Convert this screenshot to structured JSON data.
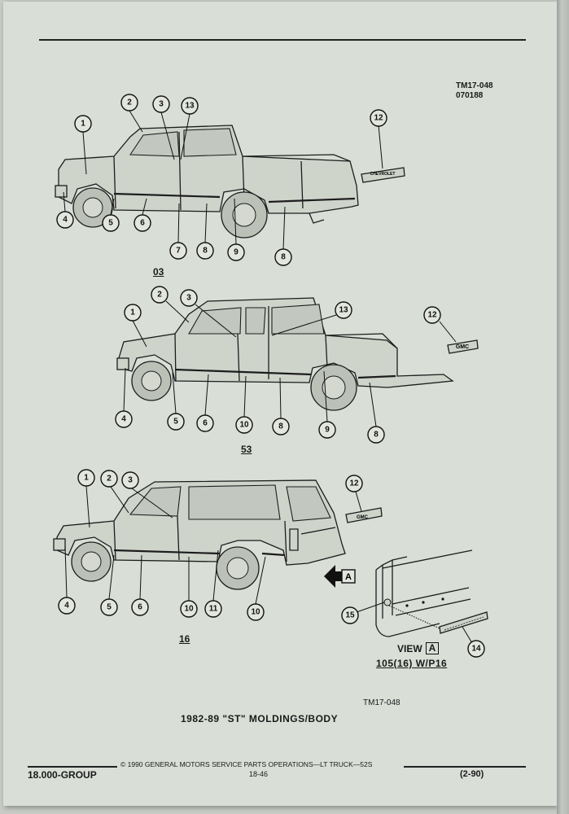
{
  "header": {
    "drawing_id": "TM17-048",
    "drawing_date": "070188"
  },
  "views": [
    {
      "label": "03"
    },
    {
      "label": "53"
    },
    {
      "label": "16"
    }
  ],
  "detail": {
    "view_label": "VIEW",
    "view_letter": "A",
    "application": "105(16) W/P16"
  },
  "badges": {
    "chevrolet": "CHEVROLET",
    "gmc": "GMC"
  },
  "figure_ref": "TM17-048",
  "caption": "1982-89 \"ST\" MOLDINGS/BODY",
  "footer": {
    "group": "18.000-GROUP",
    "copyright": "© 1990 GENERAL MOTORS SERVICE PARTS OPERATIONS—LT TRUCK—52S",
    "page_number": "18-46",
    "revision": "(2-90)"
  },
  "callouts": {
    "truck_03": [
      "1",
      "2",
      "3",
      "13",
      "12",
      "4",
      "5",
      "6",
      "7",
      "8",
      "9",
      "8"
    ],
    "truck_53": [
      "1",
      "2",
      "3",
      "13",
      "12",
      "4",
      "5",
      "6",
      "10",
      "8",
      "9",
      "8"
    ],
    "blazer_16": [
      "1",
      "2",
      "3",
      "12",
      "4",
      "5",
      "6",
      "10",
      "11",
      "10"
    ],
    "view_a": [
      "15",
      "14"
    ]
  }
}
